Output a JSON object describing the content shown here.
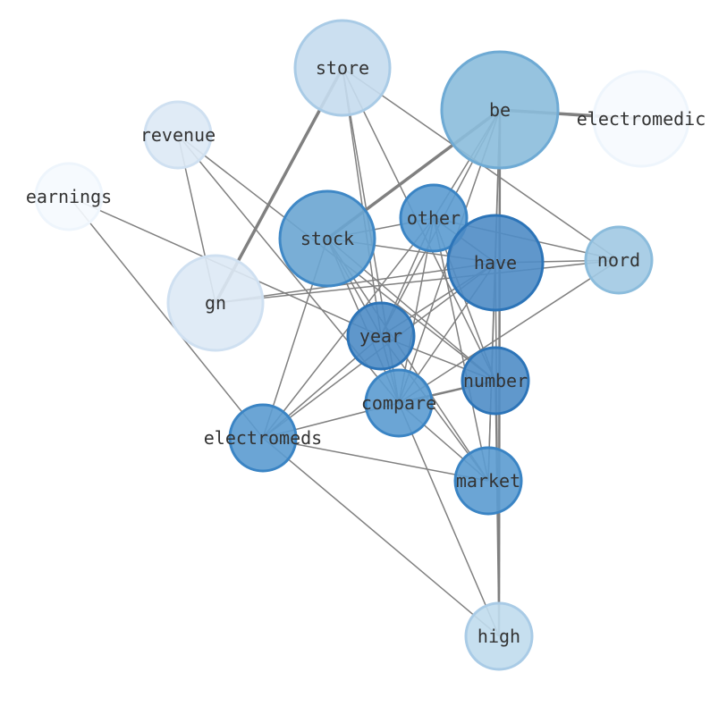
{
  "nodes": [
    {
      "id": "store",
      "label": "store",
      "color": "#c5dcee",
      "stroke": "#a9cbe6",
      "size": 3
    },
    {
      "id": "be",
      "label": "be",
      "color": "#8bbcdc",
      "stroke": "#6eaad4",
      "size": 4
    },
    {
      "id": "electromedic",
      "label": "electromedic",
      "color": "#f6fafe",
      "stroke": "#eef5fc",
      "size": 3
    },
    {
      "id": "revenue",
      "label": "revenue",
      "color": "#dde9f5",
      "stroke": "#cfe0f1",
      "size": 2
    },
    {
      "id": "earnings",
      "label": "earnings",
      "color": "#f5f9fe",
      "stroke": "#eef5fc",
      "size": 2
    },
    {
      "id": "other",
      "label": "other",
      "color": "#5b9bd0",
      "stroke": "#3a84c4",
      "size": 2
    },
    {
      "id": "stock",
      "label": "stock",
      "color": "#6aa5d2",
      "stroke": "#3f88c6",
      "size": 3
    },
    {
      "id": "have",
      "label": "have",
      "color": "#4f8cc5",
      "stroke": "#2c74b8",
      "size": 3
    },
    {
      "id": "nord",
      "label": "nord",
      "color": "#a1c9e3",
      "stroke": "#8bbcdc",
      "size": 2
    },
    {
      "id": "gn",
      "label": "gn",
      "color": "#dde9f5",
      "stroke": "#cfe0f1",
      "size": 3
    },
    {
      "id": "year",
      "label": "year",
      "color": "#4e8cc5",
      "stroke": "#2c74b8",
      "size": 2
    },
    {
      "id": "number",
      "label": "number",
      "color": "#4f8dc6",
      "stroke": "#2c74b8",
      "size": 2
    },
    {
      "id": "compare",
      "label": "compare",
      "color": "#5b9bd0",
      "stroke": "#3a84c4",
      "size": 2
    },
    {
      "id": "electromeds",
      "label": "electromeds",
      "color": "#5b9bd0",
      "stroke": "#3a84c4",
      "size": 2
    },
    {
      "id": "market",
      "label": "market",
      "color": "#5b9bd0",
      "stroke": "#3a84c4",
      "size": 2
    },
    {
      "id": "high",
      "label": "high",
      "color": "#c0dbed",
      "stroke": "#a9cbe6",
      "size": 2
    }
  ],
  "edges": [
    [
      "store",
      "gn",
      3
    ],
    [
      "store",
      "year",
      1
    ],
    [
      "store",
      "compare",
      1
    ],
    [
      "store",
      "number",
      1
    ],
    [
      "store",
      "nord",
      1
    ],
    [
      "be",
      "electromedic",
      3
    ],
    [
      "be",
      "stock",
      3
    ],
    [
      "be",
      "other",
      1
    ],
    [
      "be",
      "year",
      1
    ],
    [
      "be",
      "compare",
      1
    ],
    [
      "be",
      "high",
      2
    ],
    [
      "be",
      "market",
      1
    ],
    [
      "be",
      "have",
      1
    ],
    [
      "revenue",
      "gn",
      1
    ],
    [
      "revenue",
      "number",
      1
    ],
    [
      "revenue",
      "compare",
      1
    ],
    [
      "earnings",
      "year",
      1
    ],
    [
      "earnings",
      "electromeds",
      1
    ],
    [
      "other",
      "stock",
      1
    ],
    [
      "other",
      "have",
      1
    ],
    [
      "other",
      "nord",
      1
    ],
    [
      "other",
      "year",
      1
    ],
    [
      "other",
      "compare",
      1
    ],
    [
      "other",
      "electromeds",
      1
    ],
    [
      "other",
      "market",
      1
    ],
    [
      "other",
      "number",
      1
    ],
    [
      "stock",
      "have",
      1
    ],
    [
      "stock",
      "year",
      1
    ],
    [
      "stock",
      "compare",
      1
    ],
    [
      "stock",
      "number",
      1
    ],
    [
      "stock",
      "market",
      1
    ],
    [
      "stock",
      "electromeds",
      1
    ],
    [
      "have",
      "nord",
      1
    ],
    [
      "have",
      "gn",
      1
    ],
    [
      "have",
      "year",
      1
    ],
    [
      "have",
      "compare",
      1
    ],
    [
      "have",
      "electromeds",
      1
    ],
    [
      "have",
      "high",
      1
    ],
    [
      "have",
      "market",
      1
    ],
    [
      "nord",
      "gn",
      1
    ],
    [
      "nord",
      "compare",
      1
    ],
    [
      "year",
      "number",
      1
    ],
    [
      "year",
      "compare",
      1
    ],
    [
      "year",
      "market",
      1
    ],
    [
      "year",
      "electromeds",
      1
    ],
    [
      "compare",
      "number",
      2
    ],
    [
      "compare",
      "market",
      1
    ],
    [
      "compare",
      "electromeds",
      1
    ],
    [
      "compare",
      "high",
      1
    ],
    [
      "electromeds",
      "market",
      1
    ],
    [
      "electromeds",
      "high",
      1
    ],
    [
      "number",
      "high",
      1
    ]
  ]
}
